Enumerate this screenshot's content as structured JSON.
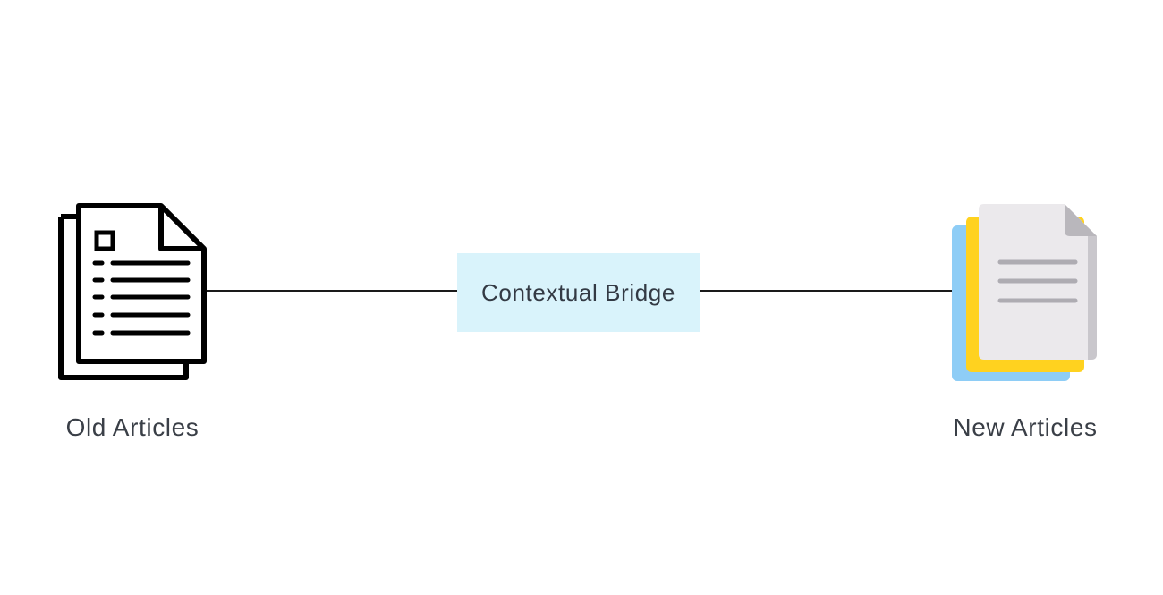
{
  "diagram": {
    "nodes": [
      {
        "id": "old",
        "label": "Old Articles",
        "icon": "document-outline-icon"
      },
      {
        "id": "new",
        "label": "New Articles",
        "icon": "stacked-documents-color-icon"
      }
    ],
    "bridge": {
      "label": "Contextual Bridge"
    },
    "edges": [
      {
        "from": "old",
        "to": "new",
        "via": "bridge"
      }
    ],
    "colors": {
      "bridge_fill": "#d9f3fb",
      "line": "#1a1a1a",
      "doc_outline": "#000000",
      "doc_blue": "#8ecdf6",
      "doc_yellow": "#ffd21f",
      "doc_paper": "#ebe9ec",
      "doc_fold": "#b9b7bc"
    }
  }
}
